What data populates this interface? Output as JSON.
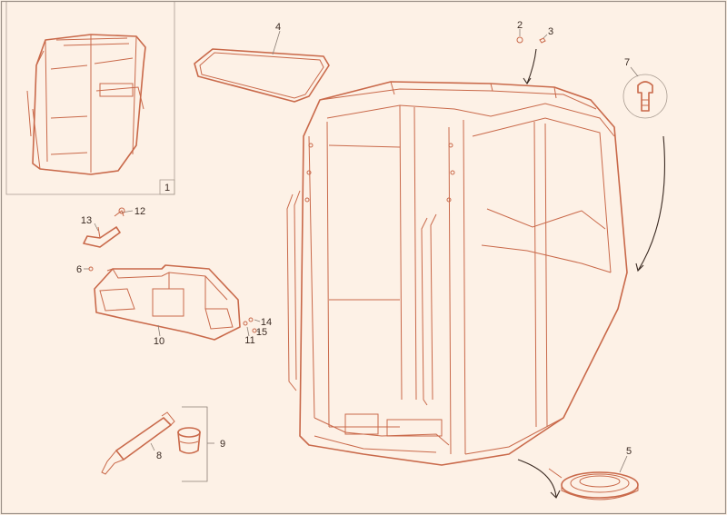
{
  "callouts": {
    "c1": "1",
    "c2": "2",
    "c3": "3",
    "c4": "4",
    "c5": "5",
    "c6": "6",
    "c7": "7",
    "c8": "8",
    "c9": "9",
    "c10": "10",
    "c11": "11",
    "c12": "12",
    "c13": "13",
    "c14": "14",
    "c15": "15"
  },
  "colors": {
    "line": "#c9694a",
    "background": "#fdf1e6",
    "text": "#3a2a22"
  }
}
